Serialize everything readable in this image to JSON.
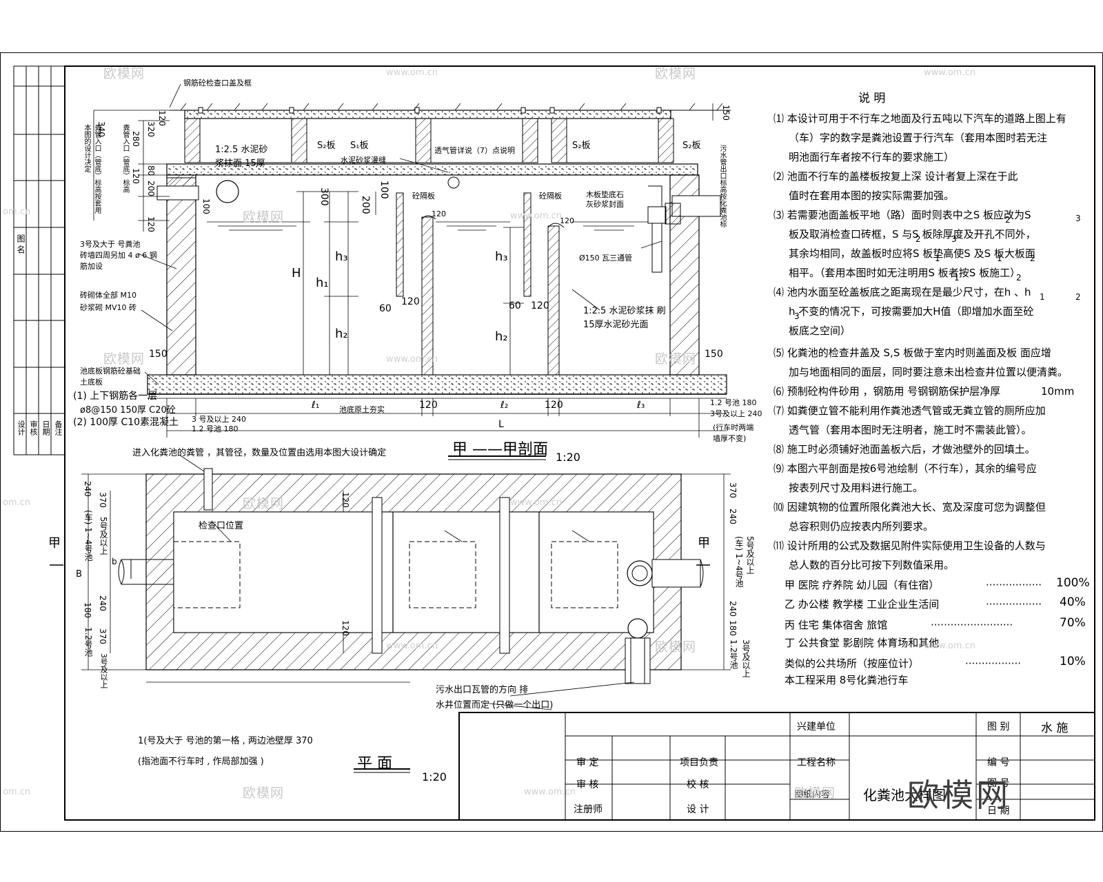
{
  "notes": {
    "heading": "说        明",
    "lines": [
      "⑴ 本设计可用于不行车之地面及行五吨以下汽车的道路上图上有",
      "（车）字的数字是粪池设置于行汽车（套用本图时若无注",
      "明池面行车者按不行车的要求施工）",
      "⑵ 池面不行车的盖楼板按复上深    设计者复上深在于此",
      "值时在套用本图的按实际需要加强。",
      "⑶ 若需要池面盖板平地（路）面时则表中之S          板应改为S",
      "板及取消检查口砖框，S          与S     板除厚度及开孔不同外，",
      "其余均相同，故盖板时应将S          板垫高使S      及S     板大板面",
      "相平。（套用本图时如无注明用S          板者按S      板施工）",
      "⑷ 池内水面至砼盖板底之距离现在是最少尺寸，在h          、h",
      "h   不变的情况下，可按需要加大H值（即增加水面至砼",
      "板底之空间）",
      "⑸ 化粪池的检查井盖及           S,S  板做于室内时则盖面及板          面应增",
      "加与地面相同的面层，同时要注意未出检查井位置以便清粪。",
      "⑹ 预制砼构件砂用      ，钢筋用      号钢钢筋保护层净厚",
      "⑺ 如粪便立管不能利用作粪池透气管或无粪立管的厕所应加",
      "透气管（套用本图时无注明者，施工时不需装此管）。",
      "⑻ 施工时必须铺好池面盖板六后，才做池壁外的回填土。",
      "⑼ 本图六平剖面是按6号池绘制（不行车），其余的编号应",
      "按表列尺寸及用料进行施工。",
      "⑽ 因建筑物的位置所限化粪池大长、宽及深度可您为调整但",
      "总容积则仍应按表内所列要求。",
      "⑾ 设计所用的公式及数据见附件实际使用卫生设备的人数与",
      "总人数的百分比可按下列数值采用。"
    ],
    "subscripts": [
      "2",
      "3",
      "2",
      "3",
      "1",
      "1",
      "2",
      "1",
      "2",
      "1",
      "2",
      "3"
    ],
    "rebar_thickness": "10mm",
    "categories": [
      {
        "label": "甲  医院  疗养院  幼儿园（有住宿）",
        "dots": "·················",
        "pct": "100%"
      },
      {
        "label": "乙  办公楼  教学楼  工业企业生活间",
        "dots": "·················",
        "pct": "40%"
      },
      {
        "label": "丙  住宅  集体宿舍  旅馆",
        "dots": "·························",
        "pct": "70%"
      },
      {
        "label": "丁  公共食堂  影剧院  体育场和其他",
        "dots": "",
        "pct": ""
      },
      {
        "label": "类似的公共场所（按座位计）",
        "dots": "·················",
        "pct": "10%"
      }
    ],
    "project_line": "本工程采用      8号化粪池行车"
  },
  "section": {
    "title": "甲 ——甲剖面",
    "scale": "1:20",
    "top_label": "钢筋砼检查口盖及框",
    "mortar_label_1": "1:2.5 水泥砂",
    "mortar_label_2": "浆抹面    15厚",
    "s2_label": "S₂板",
    "s1_label": "S₁板",
    "mortar_joint": "水泥砂浆灌缝",
    "vent_label": "透气管详说（7）点说明",
    "baffle_a": "砼隔板",
    "baffle_b": "砼隔板",
    "wood_plate": "木板垫底石灰砂浆封面",
    "tee_pipe": "Ø150 瓦三通管",
    "plaster_1": "1:2.5 水泥砂浆抹   刷",
    "plaster_2": "15厚水泥砂光面",
    "brick_note_1": "砖砌体全部    M10",
    "brick_note_2": "砂浆砌   MV10 砖",
    "rebar_note_1": "3号及大于   号粪池",
    "rebar_note_2": "砖墙四周另加     4 ø 6 钢",
    "rebar_note_3": "筋加设",
    "base_note_1": "池底板钢筋砼基础",
    "base_note_2": "土底板",
    "base_note_3": "(1) 上下钢筋各一层",
    "base_note_4": "ø8@150  150厚 C20砼",
    "base_note_5": "(2) 100厚 C10素混凝土",
    "left_vertical": "粪管入口（管底）标高按套用本图的设计决定",
    "right_vertical": "污水管出口标高按化粪池标",
    "inlet_vert": "粪管入口（管底）标高",
    "floor_text": "池底原土夯实",
    "l1": "ℓ₁",
    "l2": "ℓ₂",
    "l3": "ℓ₃",
    "L": "L",
    "H": "H",
    "h1": "h₁",
    "h2": "h₂",
    "h3": "h₃",
    "d120": "120",
    "d100": "100",
    "d200": "200",
    "d300": "300",
    "d60": "60",
    "d150": "150",
    "d240": "240",
    "d180": "180",
    "d320": "320",
    "d340": "340",
    "d280": "280",
    "d80": "80",
    "bottom_left_1": "3 号及以上  240",
    "bottom_left_2": "1.2 号池  180",
    "bottom_right_1": "1.2 号池   180",
    "bottom_right_2": "3号及以上   240",
    "bottom_right_3": "(行车时两端",
    "bottom_right_4": "墙厚不变)"
  },
  "plan": {
    "title": "平    面",
    "scale": "1:20",
    "inlet_note": "进入化粪池的粪管      ，其管径，数量及位置由选用本图大设计确定",
    "inspect_label": "检查口位置",
    "outlet_note_1": "污水出口瓦管的方向       排",
    "outlet_note_2": "水井位置而定         (只做一个出口)",
    "foot_note_1": "1(号及大于   号池的第一格              , 两边池壁厚           370",
    "foot_note_2": "(指池面不行车时          , 作局部加强          )",
    "section_mark": "甲",
    "B": "B",
    "b": "b",
    "d120": "120",
    "left_dims": [
      "370",
      "240",
      "(车) 1~4号池",
      "5号及以上",
      "180",
      "240",
      "370",
      "1.2号池",
      "3号及以上"
    ],
    "right_dims": [
      "240",
      "370",
      "(车) 1~4号池",
      "5号及以上",
      "240",
      "180",
      "1.2号池",
      "3号及以上"
    ]
  },
  "titleblock": {
    "build_unit": "兴建单位",
    "drawing_type": "图  别",
    "drawing_type_value": "水  施",
    "review": "审  定",
    "project_leader": "项目负责",
    "project_name": "工程名称",
    "number": "编  号",
    "check": "审  核",
    "proofread": "校  核",
    "drawing_content": "图纸内容",
    "drawing_name": "化粪池大样图",
    "registered": "注册师",
    "design": "设  计",
    "hidden_1": "图  号",
    "hidden_2": "日  期"
  },
  "left_strip": {
    "top_label": "图  名",
    "labels": [
      "设计",
      "审核",
      "日期",
      "备注"
    ]
  },
  "watermark": {
    "brand": "欧模网",
    "url": "www.om.cn",
    "partial": "om.cn"
  }
}
